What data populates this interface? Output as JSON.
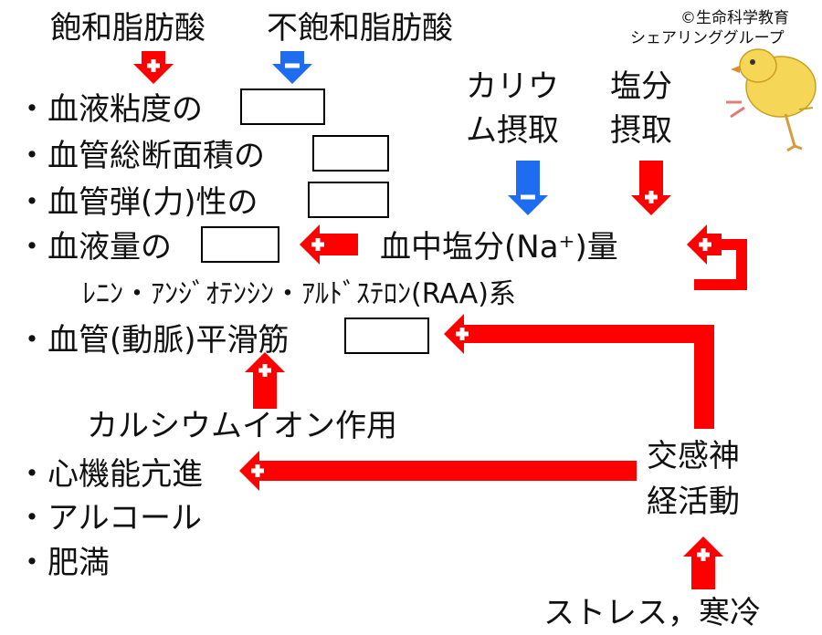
{
  "header": {
    "saturated": "飽和脂肪酸",
    "unsaturated": "不飽和脂肪酸",
    "copyright_line1": "©生命科学教育",
    "copyright_line2": "シェアリンググループ"
  },
  "items": {
    "viscosity": "・血液粘度の",
    "area": "・血管総断面積の",
    "elasticity": "・血管弾(力)性の",
    "volume": "・血液量の",
    "smooth_muscle": "・血管(動脈)平滑筋",
    "cardiac": "・心機能亢進",
    "alcohol": "・アルコール",
    "obesity": "・肥満"
  },
  "labels": {
    "potassium_line1": "カリウ",
    "potassium_line2": "ム摂取",
    "salt_line1": "塩分",
    "salt_line2": "摂取",
    "sodium_blood": "血中塩分(Na⁺)量",
    "raa": "ﾚﾆﾝ・ｱﾝｼﾞｵﾃﾝｼﾝ・ｱﾙﾄﾞｽﾃﾛﾝ(RAA)系",
    "calcium": "カルシウムイオン作用",
    "sympathetic_line1": "交感神",
    "sympathetic_line2": "経活動",
    "stress": "ストレス，寒冷"
  },
  "signs": {
    "plus": "+",
    "minus": "−"
  },
  "colors": {
    "increase": "#ff0000",
    "decrease": "#1e6cf0",
    "chick": "#f2cf45"
  },
  "icons": {
    "plus": "plus-icon",
    "minus": "minus-icon",
    "chick": "chick-illustration"
  }
}
